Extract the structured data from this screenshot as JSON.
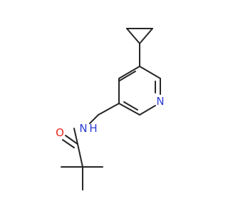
{
  "molecule": {
    "atoms": {
      "nitrogen_ring": {
        "label": "N",
        "color": "#2a3dd4"
      },
      "nitrogen_amide": {
        "label": "N",
        "color": "#2a3dd4"
      },
      "hydrogen_amide": {
        "label": "H",
        "color": "#2a3dd4"
      },
      "oxygen": {
        "label": "O",
        "color": "#e8261d"
      }
    },
    "bond_color": "#262626"
  }
}
